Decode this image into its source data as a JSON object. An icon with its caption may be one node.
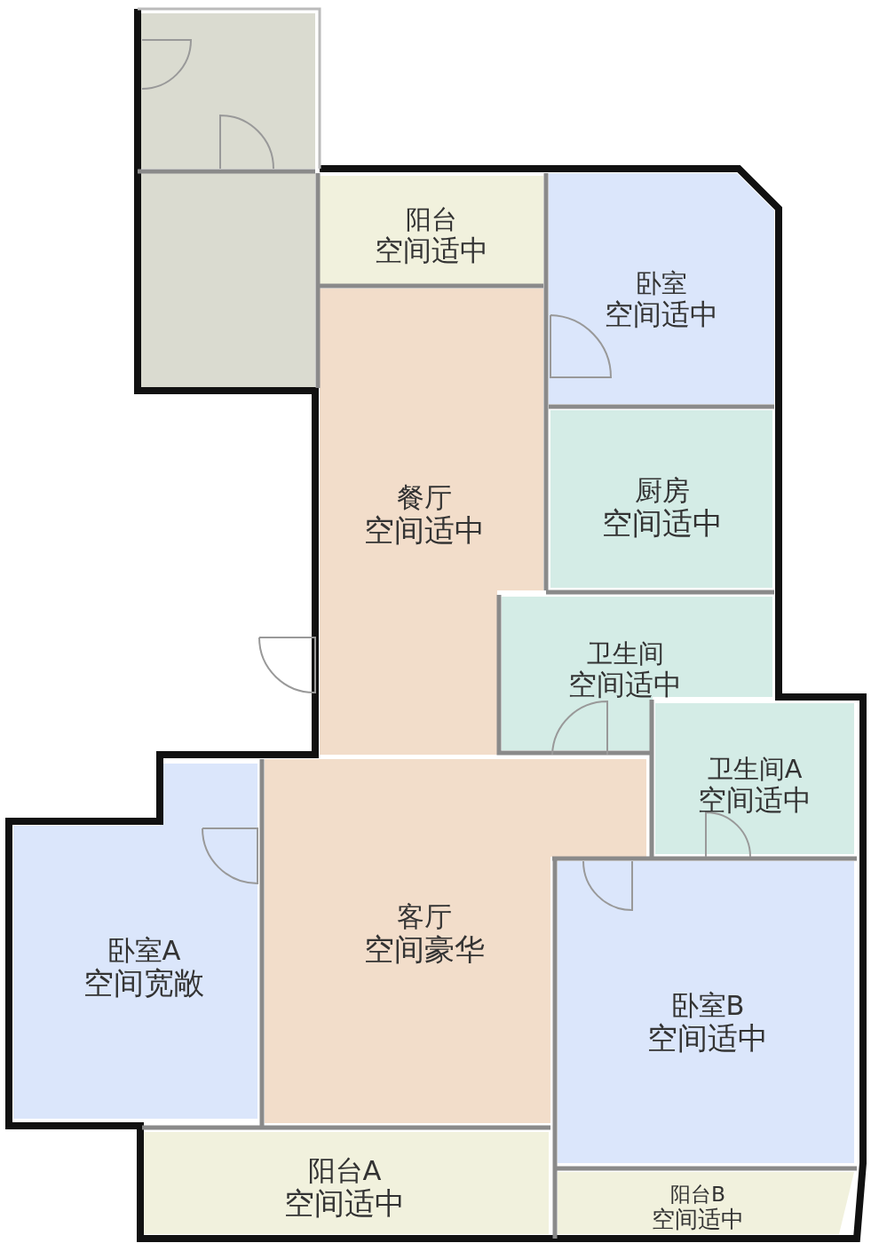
{
  "diagram": {
    "nodes": [
      {
        "text": [],
        "shape": "box"
      },
      {
        "text": [],
        "shape": "box"
      },
      {
        "text": [
          "阳台",
          "空间适中"
        ]
      },
      {
        "text": [
          "卧室",
          "空间适中"
        ]
      },
      {
        "text": [
          "餐厅",
          "空间适中"
        ]
      },
      {
        "text": [
          "厨房",
          "空间适中"
        ]
      },
      {
        "text": [
          "卫生间",
          "空间适中"
        ]
      },
      {
        "text": [
          "卫生间A",
          "空间适中"
        ]
      },
      {
        "text": [
          "卧室A",
          "空间宽敞"
        ]
      },
      {
        "text": [
          "客厅",
          "空间豪华"
        ]
      },
      {
        "text": [
          "卧室B",
          "空间适中"
        ]
      },
      {
        "text": [
          "阳台A",
          "空间适中"
        ]
      },
      {
        "text": [
          "阳台B",
          "空间适中"
        ]
      }
    ]
  }
}
